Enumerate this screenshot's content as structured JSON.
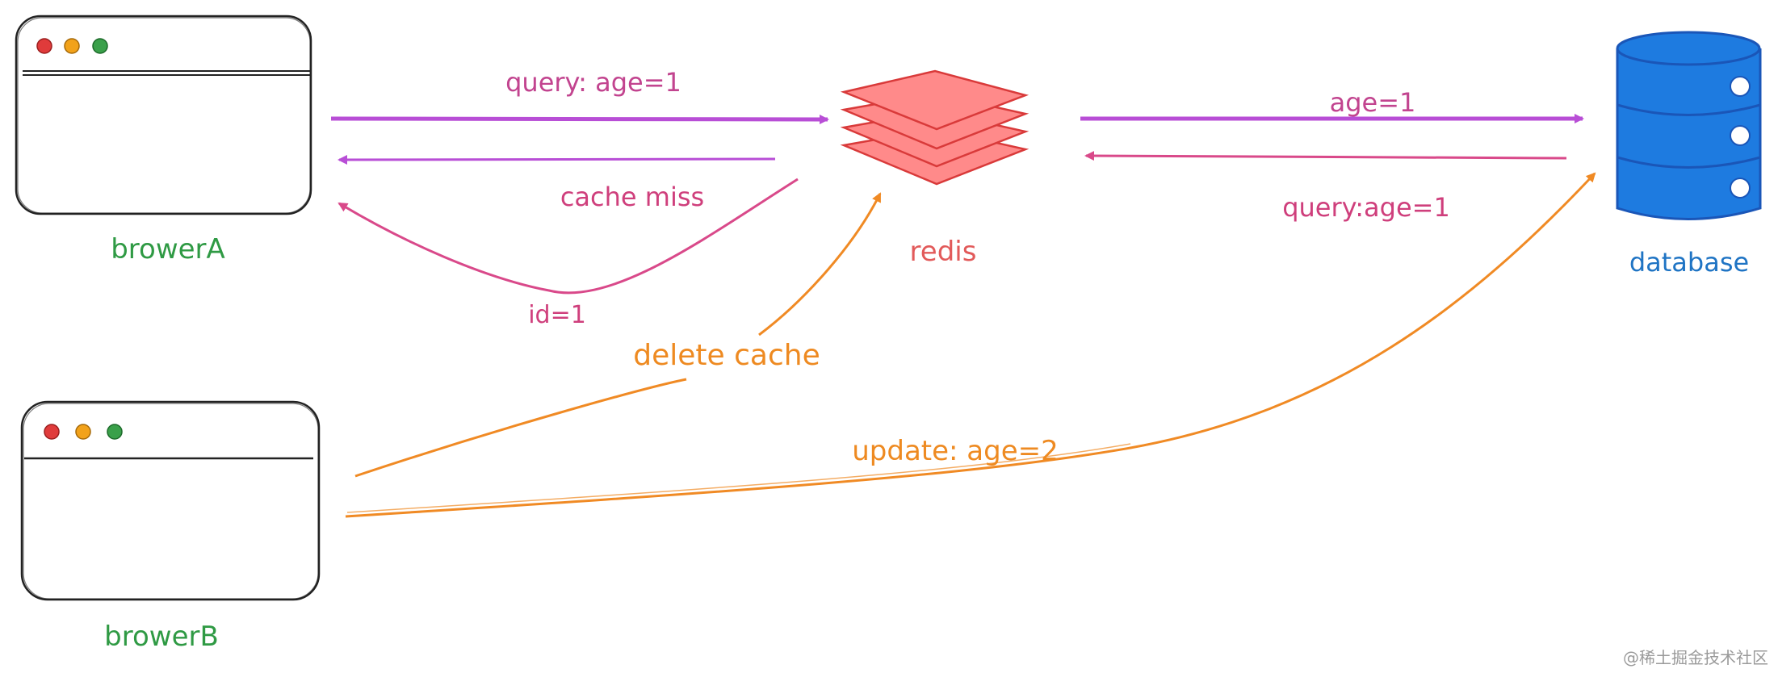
{
  "nodes": {
    "browserA": {
      "label": "browerA"
    },
    "browserB": {
      "label": "browerB"
    },
    "redis": {
      "label": "redis"
    },
    "database": {
      "label": "database"
    }
  },
  "edges": {
    "query_age1": {
      "label": "query: age=1"
    },
    "cache_miss": {
      "label": "cache miss"
    },
    "id1": {
      "label": "id=1"
    },
    "age1": {
      "label": "age=1"
    },
    "query_age1_db": {
      "label": "query:age=1"
    },
    "delete_cache": {
      "label": "delete cache"
    },
    "update_age2": {
      "label": "update: age=2"
    }
  },
  "watermark": "@稀土掘金技术社区",
  "colors": {
    "purple": "#b84ed6",
    "pink": "#d9498a",
    "orange": "#f08a24",
    "green": "#2f9a44",
    "redis_fill": "#ff8a8a",
    "redis_stroke": "#d93a3a",
    "db_fill": "#1e7be0",
    "db_stroke": "#1a56b8",
    "dot_red": "#e03b3b",
    "dot_orange": "#f2a21a",
    "dot_green": "#3aa04a"
  }
}
